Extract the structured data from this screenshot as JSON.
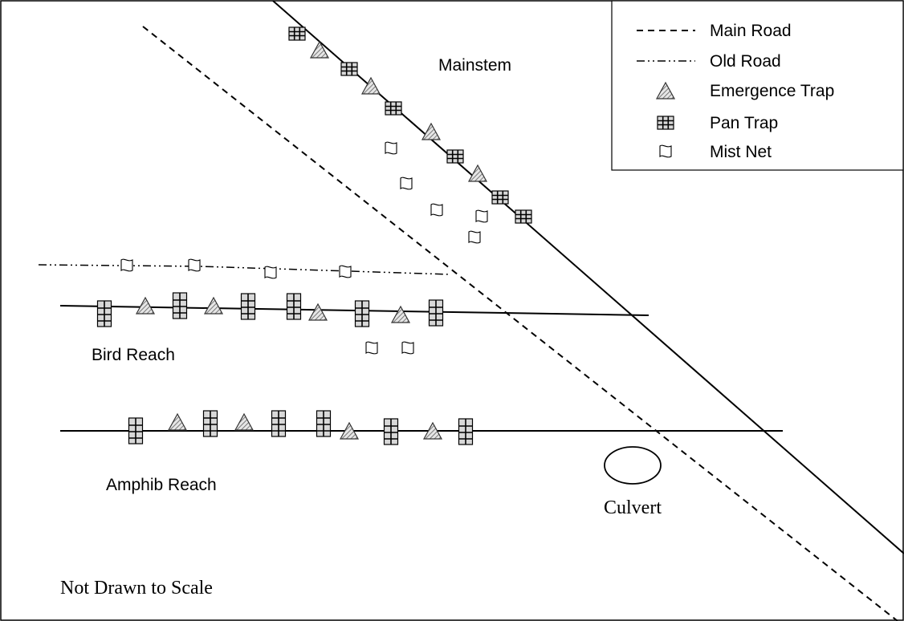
{
  "labels": {
    "mainstem": "Mainstem",
    "bird_reach": "Bird Reach",
    "amphib_reach": "Amphib Reach",
    "culvert": "Culvert",
    "note": "Not Drawn to Scale"
  },
  "legend": {
    "main_road": "Main Road",
    "old_road": "Old Road",
    "emergence_trap": "Emergence Trap",
    "pan_trap": "Pan Trap",
    "mist_net": "Mist Net"
  },
  "colors": {
    "line": "#000000",
    "background": "#ffffff",
    "trap_fill": "#d8d8d8",
    "triangle_hatch": "#8a8a8a"
  },
  "icons": {
    "emergence_trap": "hatched-triangle",
    "pan_trap": "gridded-rectangle",
    "mist_net": "flag-outline"
  }
}
